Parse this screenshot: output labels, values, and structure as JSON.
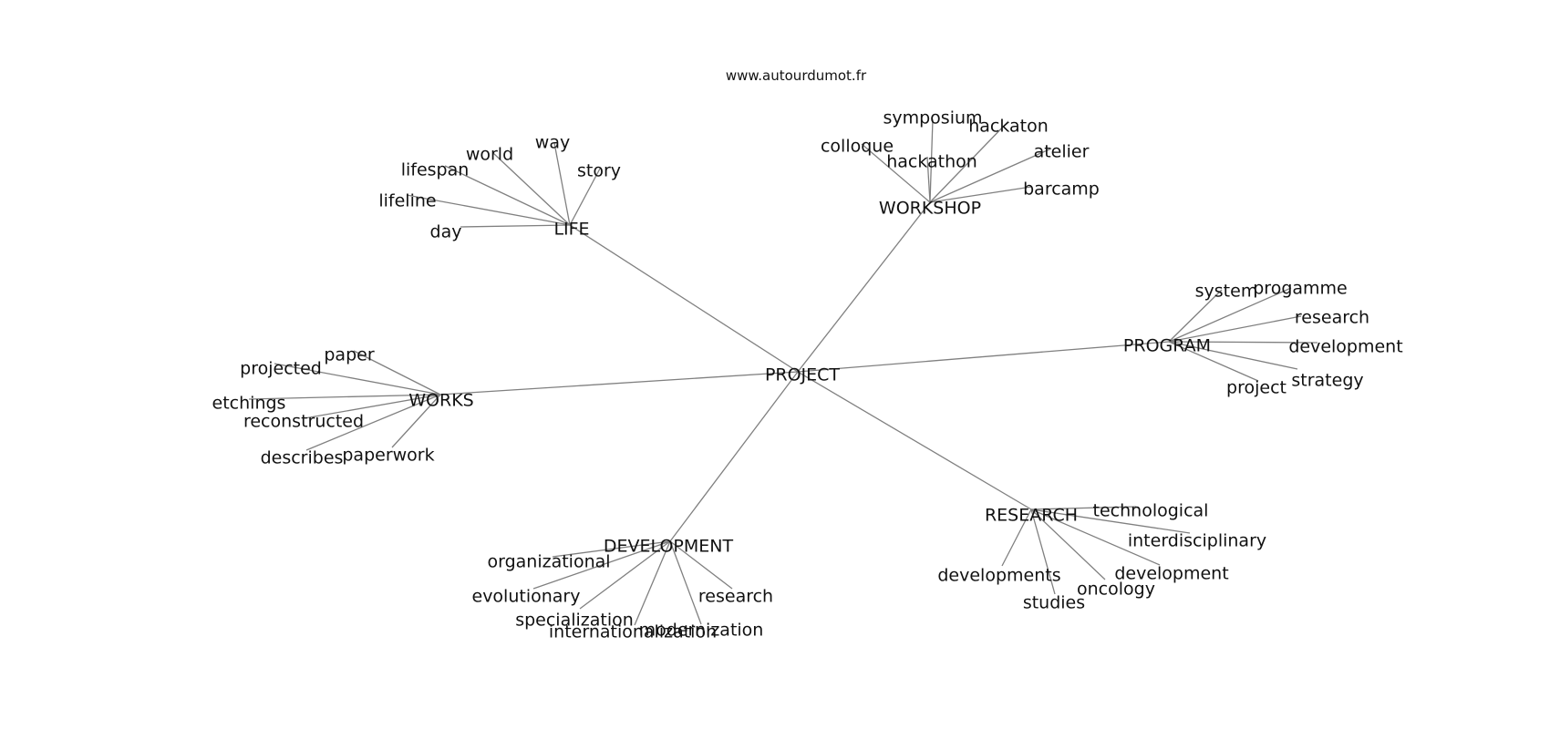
{
  "site_label": "www.autourdumot.fr",
  "center": "PROJECT",
  "hubs": [
    {
      "id": "life",
      "label": "LIFE",
      "leaves": [
        "way",
        "world",
        "story",
        "lifespan",
        "lifeline",
        "day"
      ]
    },
    {
      "id": "workshop",
      "label": "WORKSHOP",
      "leaves": [
        "symposium",
        "hackaton",
        "colloque",
        "hackathon",
        "atelier",
        "barcamp"
      ]
    },
    {
      "id": "program",
      "label": "PROGRAM",
      "leaves": [
        "system",
        "progamme",
        "research",
        "development",
        "strategy",
        "project"
      ]
    },
    {
      "id": "works",
      "label": "WORKS",
      "leaves": [
        "paper",
        "projected",
        "etchings",
        "reconstructed",
        "describes",
        "paperwork"
      ]
    },
    {
      "id": "development",
      "label": "DEVELOPMENT",
      "leaves": [
        "organizational",
        "evolutionary",
        "specialization",
        "internationalization",
        "modernization",
        "research"
      ]
    },
    {
      "id": "research",
      "label": "RESEARCH",
      "leaves": [
        "technological",
        "interdisciplinary",
        "development",
        "developments",
        "oncology",
        "studies"
      ]
    }
  ]
}
